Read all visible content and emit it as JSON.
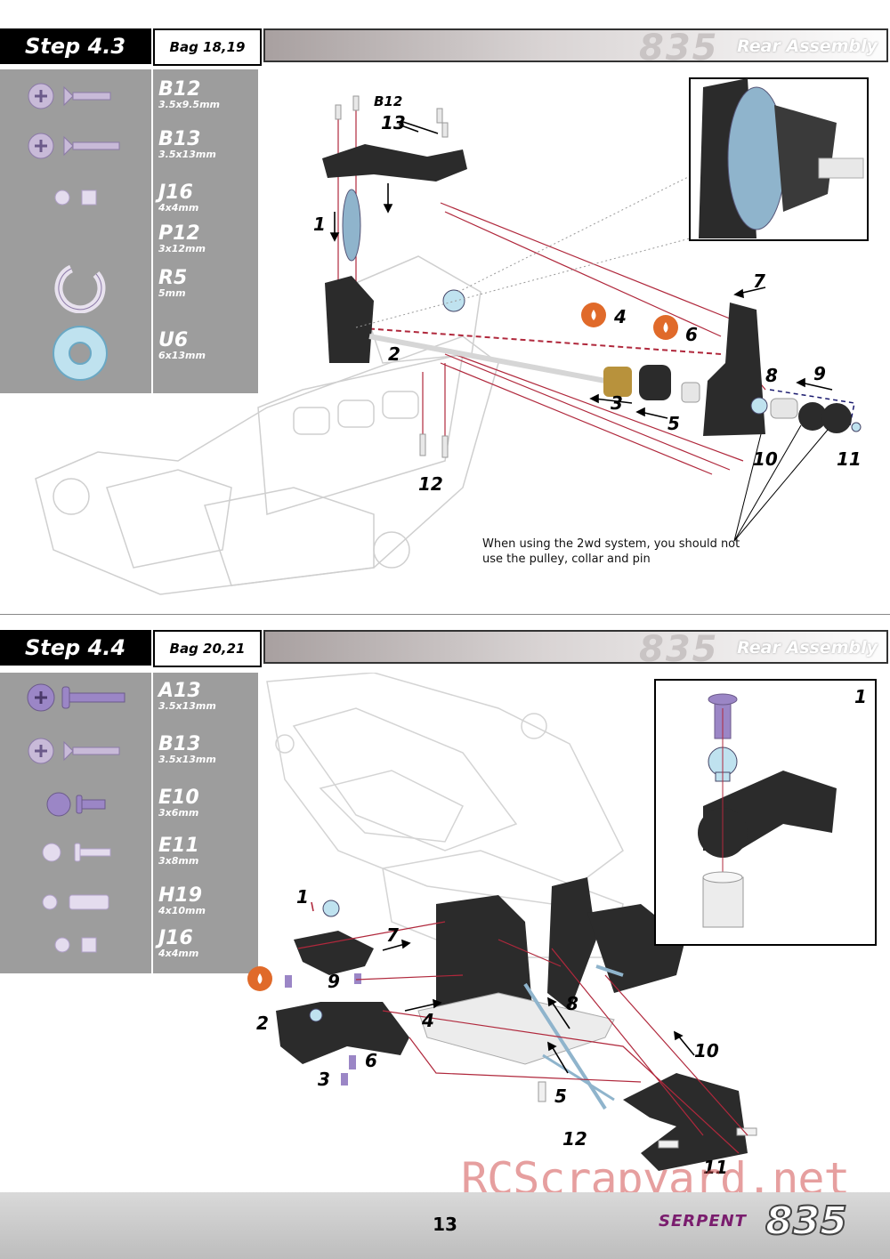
{
  "step43": {
    "step_label": "Step 4.3",
    "bag_label": "Bag 18,19",
    "assembly_title": "Rear Assembly",
    "bar_logo": "835",
    "parts": [
      {
        "code": "B12",
        "size": "3.5x9.5mm",
        "icon": "countersunk-screw-icon"
      },
      {
        "code": "B13",
        "size": "3.5x13mm",
        "icon": "countersunk-screw-icon"
      },
      {
        "code": "J16",
        "size": "4x4mm",
        "icon": "set-screw-icon"
      },
      {
        "code": "P12",
        "size": "3x12mm",
        "icon": "pin-icon"
      },
      {
        "code": "R5",
        "size": "5mm",
        "icon": "e-clip-icon"
      },
      {
        "code": "U6",
        "size": "6x13mm",
        "icon": "washer-icon"
      }
    ],
    "callouts": [
      "B12",
      "13",
      "1",
      "2",
      "3",
      "4",
      "5",
      "6",
      "7",
      "8",
      "9",
      "10",
      "11",
      "12"
    ],
    "note": "When using the 2wd system, you should not use the pulley, collar and pin"
  },
  "step44": {
    "step_label": "Step 4.4",
    "bag_label": "Bag 20,21",
    "assembly_title": "Rear Assembly",
    "bar_logo": "835",
    "parts": [
      {
        "code": "A13",
        "size": "3.5x13mm",
        "icon": "button-screw-icon"
      },
      {
        "code": "B13",
        "size": "3.5x13mm",
        "icon": "countersunk-screw-icon"
      },
      {
        "code": "E10",
        "size": "3x6mm",
        "icon": "ball-icon"
      },
      {
        "code": "E11",
        "size": "3x8mm",
        "icon": "ball-icon"
      },
      {
        "code": "H19",
        "size": "4x10mm",
        "icon": "spacer-icon"
      },
      {
        "code": "J16",
        "size": "4x4mm",
        "icon": "set-screw-icon"
      }
    ],
    "callouts": [
      "1",
      "2",
      "3",
      "4",
      "5",
      "6",
      "7",
      "8",
      "9",
      "10",
      "11",
      "12"
    ],
    "inset_label": "1"
  },
  "footer": {
    "page_number": "13",
    "brand": "SERPENT",
    "model": "835",
    "watermark": "RCScrapyard.net"
  },
  "colors": {
    "header_black": "#000000",
    "panel_gray": "#9d9d9d",
    "guide_red": "#b0283c",
    "threadlock_orange": "#e06a2a",
    "part_purple": "#9b86c6",
    "part_blue": "#bfe2ef"
  }
}
